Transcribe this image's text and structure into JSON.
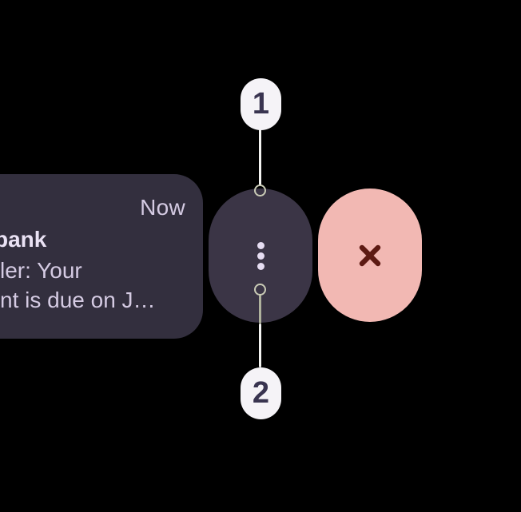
{
  "notification": {
    "timestamp": "Now",
    "title_fragment": "bank",
    "body_fragments": [
      "ler: Your",
      "nt is due on J…"
    ]
  },
  "swipe_actions": {
    "menu_button": {
      "icon": "more-options-icon"
    },
    "dismiss_button": {
      "icon": "close-icon"
    }
  },
  "callouts": {
    "top": {
      "number": "1"
    },
    "bottom": {
      "number": "2"
    }
  },
  "colors": {
    "background": "#000000",
    "card_bg": "#332F3E",
    "card_title": "#EAE2F4",
    "card_body": "#D5CBE3",
    "menu_pill_bg": "#3B3546",
    "menu_dots": "#E6DDF2",
    "dismiss_pill_bg": "#F2B8B3",
    "dismiss_x": "#5D1A13",
    "badge_bg": "#F5F3F7",
    "badge_text": "#393450",
    "leader_line": "#F3F3F1",
    "anchor_ring": "#C9CBB6"
  }
}
